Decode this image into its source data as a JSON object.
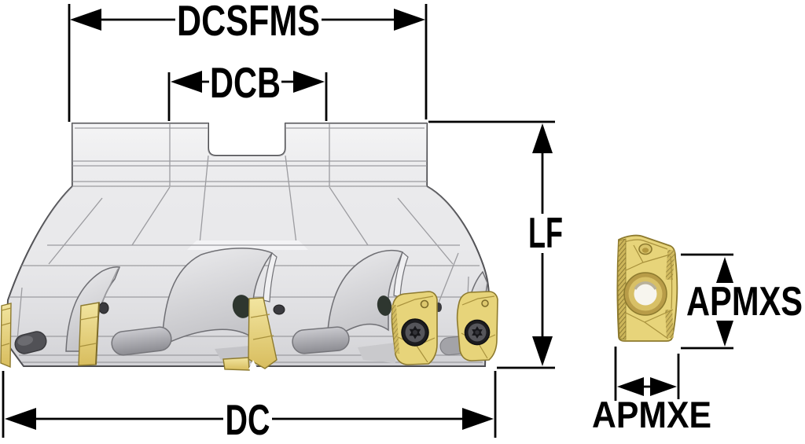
{
  "figure": {
    "type": "technical-dimension-drawing",
    "subject": "Indexable face/shoulder milling cutter with gold carbide APMX-style inserts; separate insert detail at right",
    "background": "#ffffff",
    "labels": {
      "dcsfms": "DCSFMS",
      "dcb": "DCB",
      "lf": "LF",
      "dc": "DC",
      "apmxs": "APMXS",
      "apmxe": "APMXE"
    },
    "colors": {
      "dimension_lines": "#000000",
      "body_gray": "#ebebed",
      "body_outline": "#4b4b4f",
      "insert_gold": "#e7d47a",
      "insert_gold_light": "#f2e5a0",
      "insert_gold_dark": "#c2a84e",
      "screw_dark": "#1c1c1f",
      "hole_dark": "#2e362f"
    }
  }
}
